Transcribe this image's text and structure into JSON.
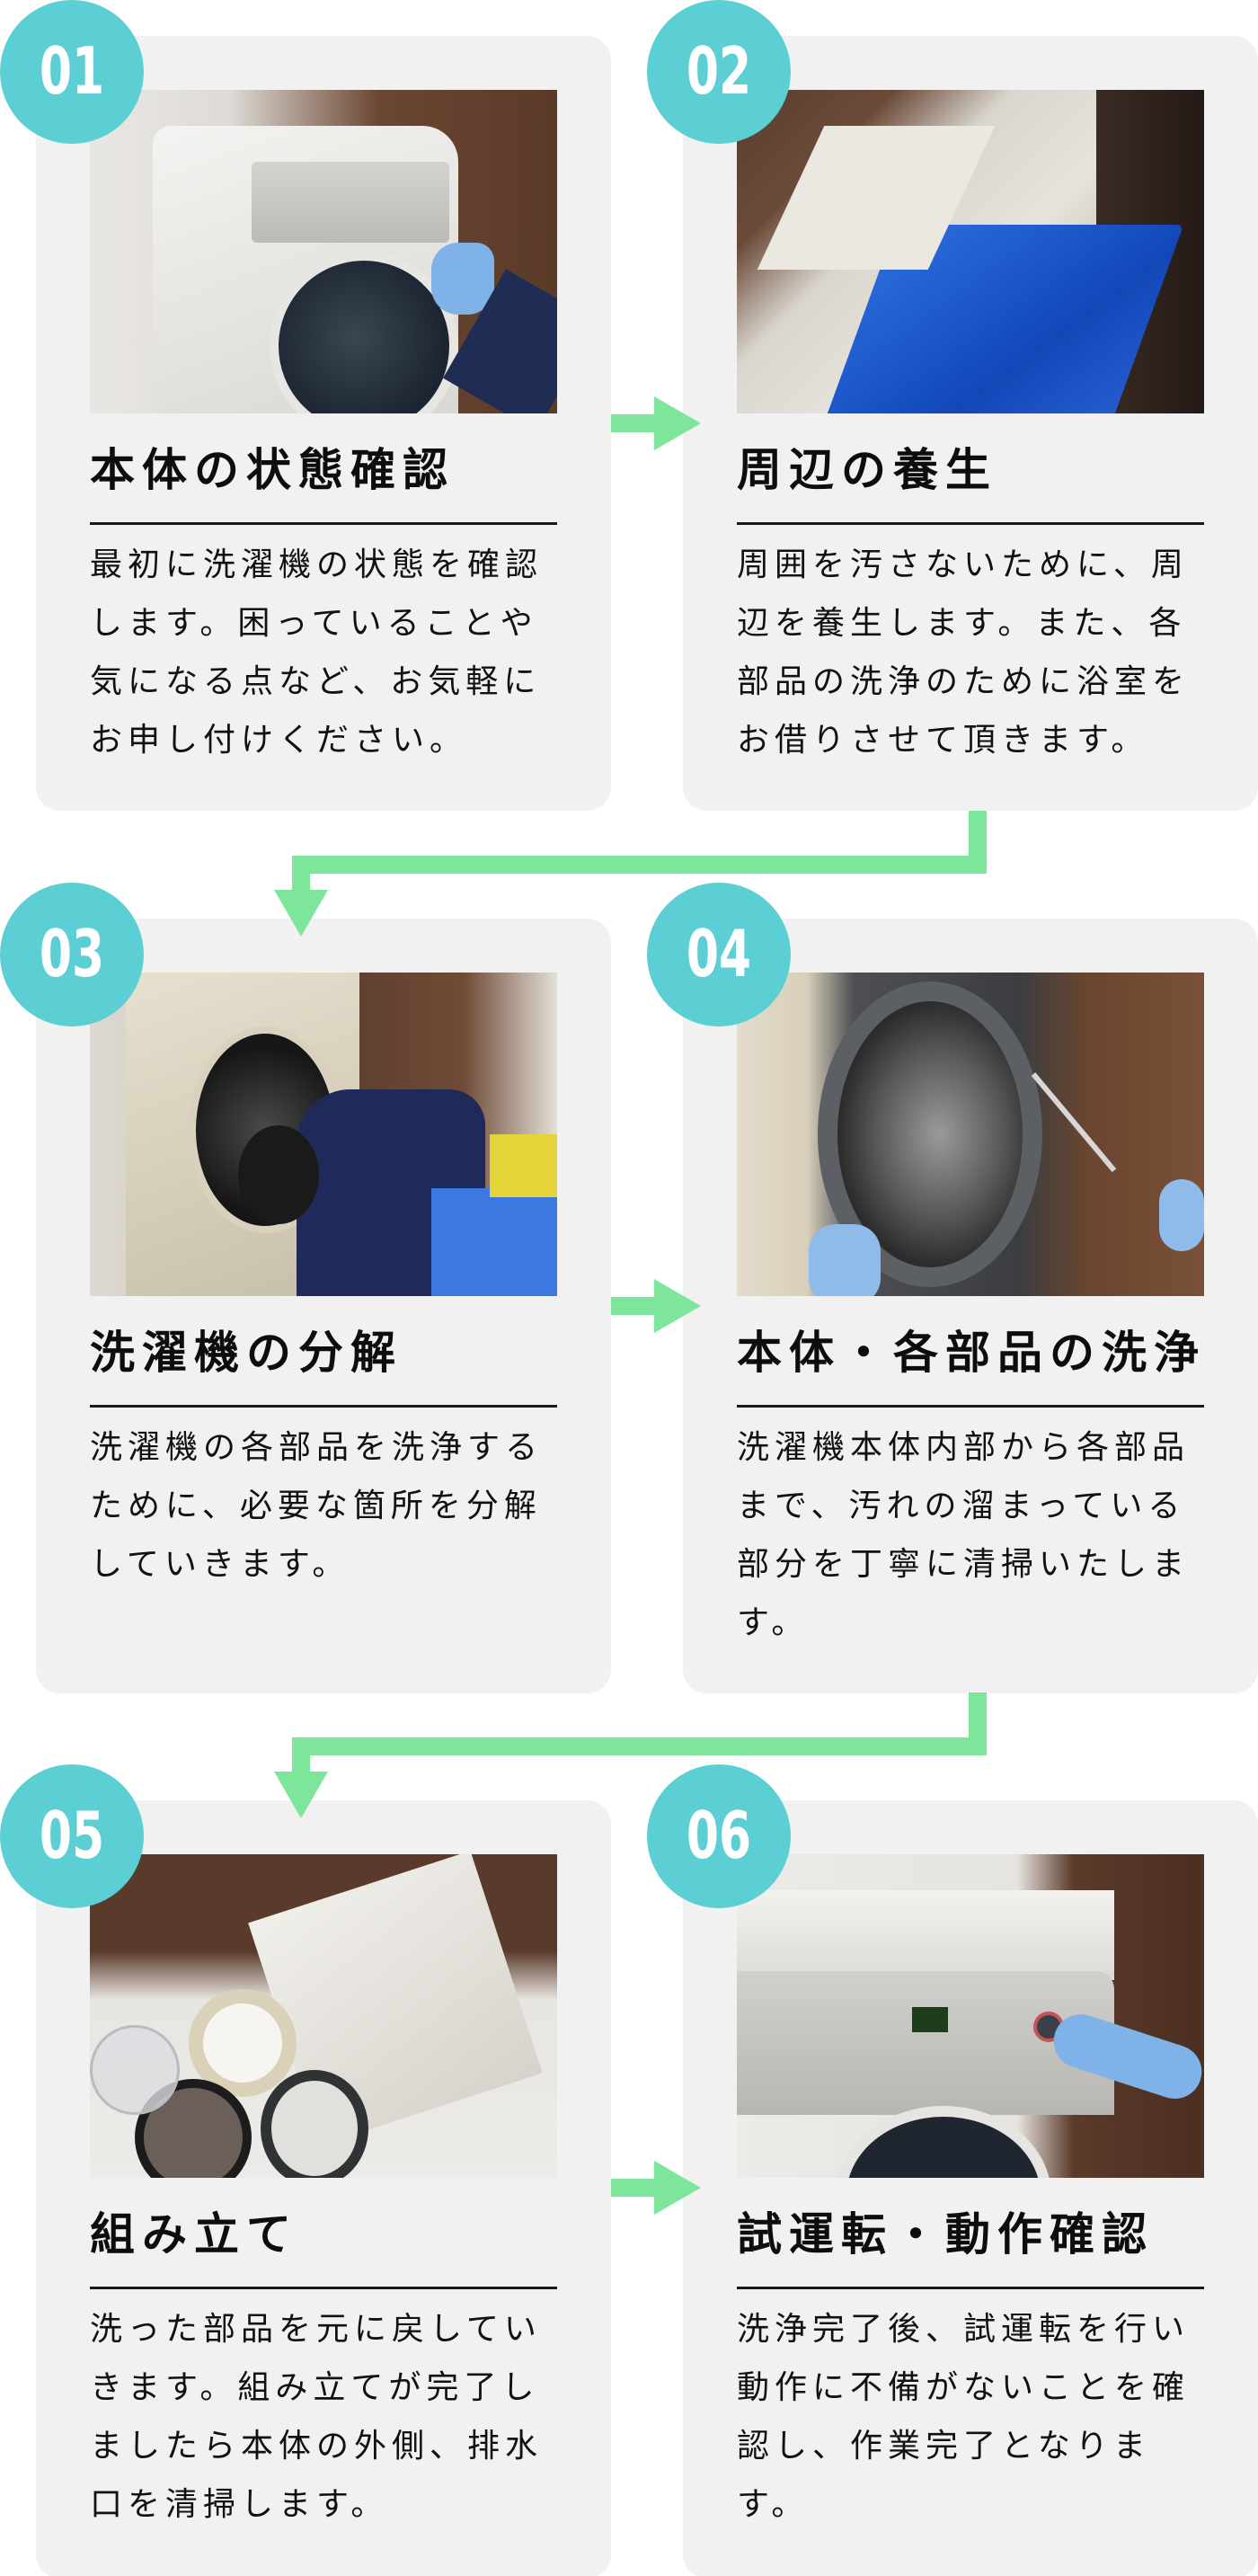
{
  "colors": {
    "badge": "#5bcfd3",
    "arrow": "#7ee69a",
    "card_bg": "#f1f1f1",
    "text": "#111111"
  },
  "steps": [
    {
      "number": "01",
      "title": "本体の状態確認",
      "body": "最初に洗濯機の状態を確認します。困っていることや気になる点など、お気軽にお申し付けください。",
      "image": "photo-washing-machine-inspection"
    },
    {
      "number": "02",
      "title": "周辺の養生",
      "body": "周囲を汚さないために、周辺を養生します。また、各部品の洗浄のために浴室をお借りさせて頂きます。",
      "image": "photo-floor-protection-tarp"
    },
    {
      "number": "03",
      "title": "洗濯機の分解",
      "body": "洗濯機の各部品を洗浄するために、必要な箇所を分解していきます。",
      "image": "photo-disassembly"
    },
    {
      "number": "04",
      "title": "本体・各部品の洗浄",
      "body": "洗濯機本体内部から各部品まで、汚れの溜まっている部分を丁寧に清掃いたします。",
      "image": "photo-drum-cleaning"
    },
    {
      "number": "05",
      "title": "組み立て",
      "body": "洗った部品を元に戻していきます。組み立てが完了しましたら本体の外側、排水口を清掃します。",
      "image": "photo-reassembly-parts"
    },
    {
      "number": "06",
      "title": "試運転・動作確認",
      "body": "洗浄完了後、試運転を行い動作に不備がないことを確認し、作業完了となります。",
      "image": "photo-test-run-panel"
    }
  ],
  "connectors": {
    "right_arrows": [
      "arrow-right",
      "arrow-right",
      "arrow-right"
    ],
    "down_arrows": [
      "arrow-down-left",
      "arrow-down-left"
    ]
  }
}
